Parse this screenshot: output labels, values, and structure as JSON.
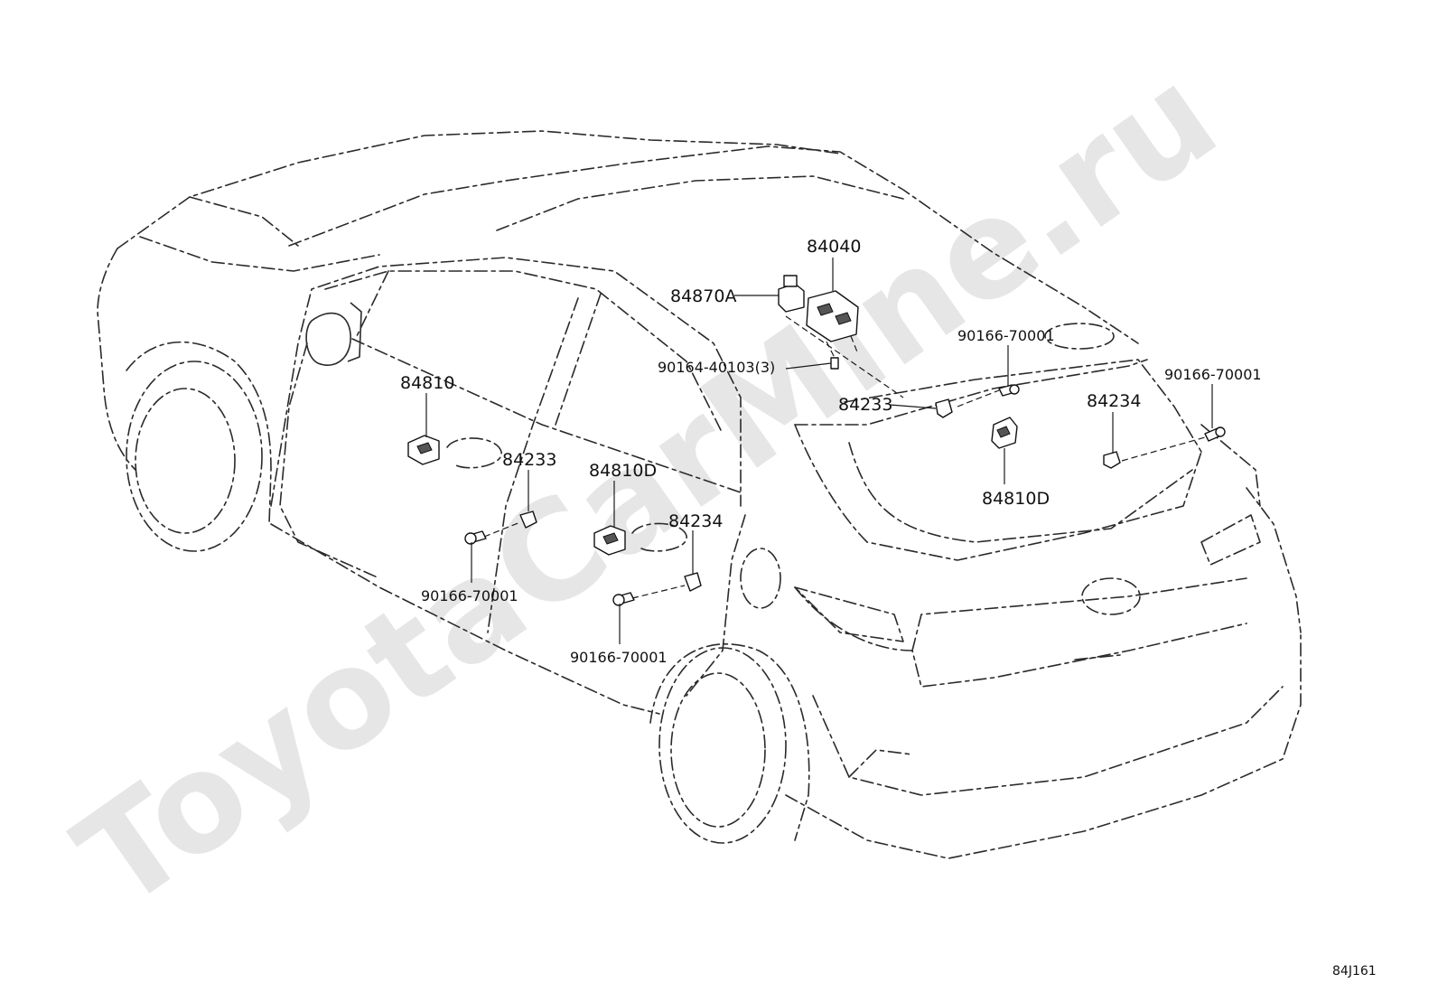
{
  "watermark": "ToyotaCarMine.ru",
  "diagram_code": "84J161",
  "callouts": [
    {
      "id": "c1",
      "text": "84040"
    },
    {
      "id": "c2",
      "text": "84870A"
    },
    {
      "id": "c3",
      "text": "90166-70001"
    },
    {
      "id": "c4",
      "text": "90164-40103(3)"
    },
    {
      "id": "c5",
      "text": "84233"
    },
    {
      "id": "c6",
      "text": "90166-70001"
    },
    {
      "id": "c7",
      "text": "84234"
    },
    {
      "id": "c8",
      "text": "84810D"
    },
    {
      "id": "c9",
      "text": "84810"
    },
    {
      "id": "c10",
      "text": "84233"
    },
    {
      "id": "c11",
      "text": "84810D"
    },
    {
      "id": "c12",
      "text": "84234"
    },
    {
      "id": "c13",
      "text": "90166-70001"
    },
    {
      "id": "c14",
      "text": "90166-70001"
    }
  ]
}
